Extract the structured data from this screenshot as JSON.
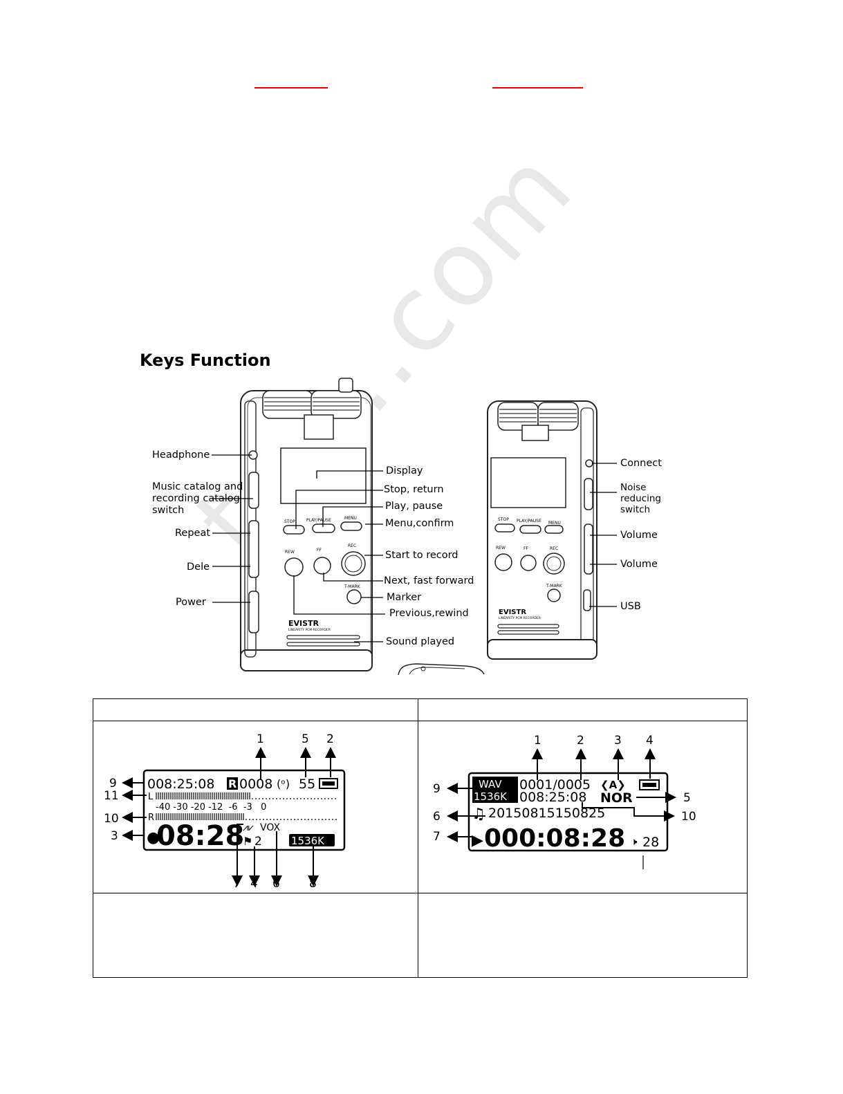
{
  "heading": "Keys Function",
  "watermark": "tro...com",
  "left_device": {
    "brand": "EVISTR",
    "subtitle": "LINEARITY PCM RECORDER",
    "keys": {
      "stop": "STOP",
      "play_pause": "PLAY/PAUSE",
      "menu": "MENU",
      "rew": "REW",
      "ff": "FF",
      "rec": "REC",
      "tmark": "T-MARK"
    },
    "left_labels": [
      "Headphone",
      "Music catalog and",
      "recording catalog",
      "switch",
      "Repeat",
      "Dele",
      "Power"
    ],
    "right_labels": [
      "Display",
      "Stop, return",
      "Play, pause",
      "Menu,confirm",
      "Start to record",
      "Next, fast forward",
      "Marker",
      "Previous,rewind",
      "Sound played"
    ]
  },
  "right_device": {
    "brand": "EVISTR",
    "subtitle": "LINEARITY PCM RECORDER",
    "labels": [
      "Connect",
      "Noise",
      "reducing",
      "switch",
      "Volume",
      "Volume",
      "USB"
    ]
  },
  "lcd_record": {
    "time_total": "008:25:08",
    "mode_box": "R",
    "file_no": "0008",
    "level": "55",
    "meter_l": "L",
    "meter_r": "R",
    "scale": "-40 -30 -20 -12  -6  -3   0",
    "elapsed": "08:28",
    "vox": "VOX",
    "mark_no": "2",
    "bitrate": "1536K",
    "callouts": [
      "1",
      "5",
      "2",
      "9",
      "11",
      "10",
      "3",
      "7",
      "4",
      "6",
      "8"
    ]
  },
  "lcd_play": {
    "format": "WAV",
    "bitrate": "1536K",
    "track": "0001/0005",
    "total_time": "008:25:08",
    "eq": "NOR",
    "filename": "20150815150825",
    "elapsed": "000:08:28",
    "volume": "28",
    "callouts": [
      "1",
      "2",
      "3",
      "4",
      "9",
      "5",
      "6",
      "10",
      "7"
    ]
  }
}
